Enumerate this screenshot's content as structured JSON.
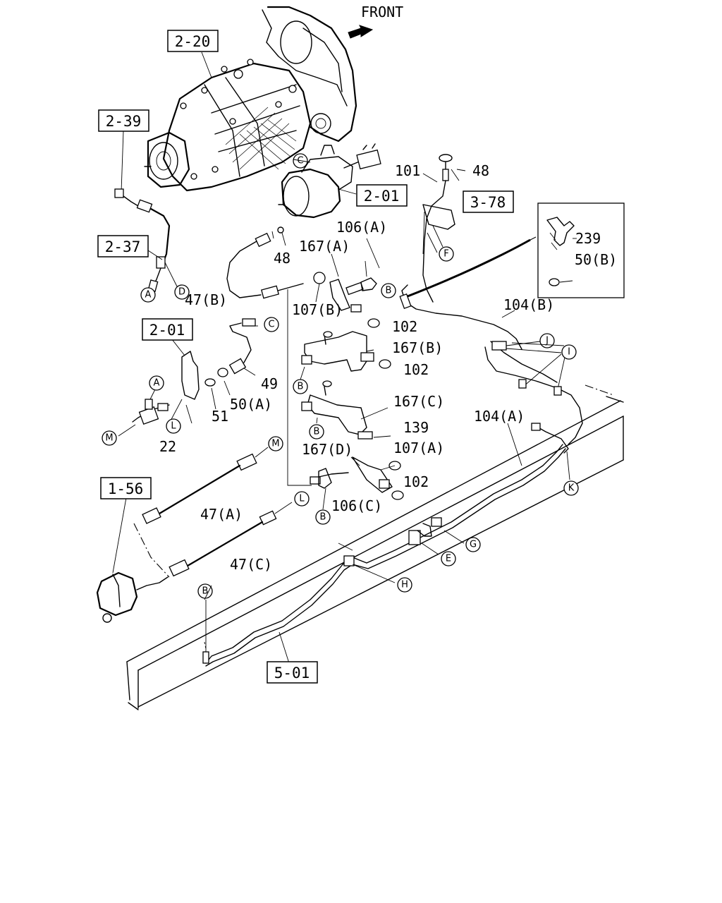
{
  "header": {
    "front_label": "FRONT"
  },
  "reference_boxes": {
    "transmission": "2-20",
    "exhaust_brake": "2-39",
    "bracket_top": "2-37",
    "clutch_booster": "2-01",
    "bracket_left": "2-01",
    "support": "3-78",
    "valve": "1-56",
    "frame": "5-01"
  },
  "part_labels": {
    "p48_top": "48",
    "p101": "101",
    "p48_mid": "48",
    "p106a": "106(A)",
    "p167a": "167(A)",
    "p239": "239",
    "p50b": "50(B)",
    "p47b": "47(B)",
    "p107b": "107(B)",
    "p102_a": "102",
    "p104b": "104(B)",
    "p167b": "167(B)",
    "p102_b": "102",
    "p49": "49",
    "p50a": "50(A)",
    "p51": "51",
    "p22": "22",
    "p167c": "167(C)",
    "p104a": "104(A)",
    "p139": "139",
    "p167d": "167(D)",
    "p107a": "107(A)",
    "p102_c": "102",
    "p106c": "106(C)",
    "p47a": "47(A)",
    "p47c": "47(C)"
  },
  "callouts": {
    "c_top_C": "C",
    "c_top_D": "D",
    "c_top_A": "A",
    "c_F": "F",
    "c_B1": "B",
    "c_J": "J",
    "c_I": "I",
    "c_C2": "C",
    "c_B2": "B",
    "c_A2": "A",
    "c_M1": "M",
    "c_L1": "L",
    "c_B3": "B",
    "c_K": "K",
    "c_M2": "M",
    "c_L2": "L",
    "c_B4": "B",
    "c_G": "G",
    "c_E": "E",
    "c_H": "H",
    "c_B5": "B"
  },
  "icons": {
    "front_arrow": "front-arrow-icon"
  }
}
